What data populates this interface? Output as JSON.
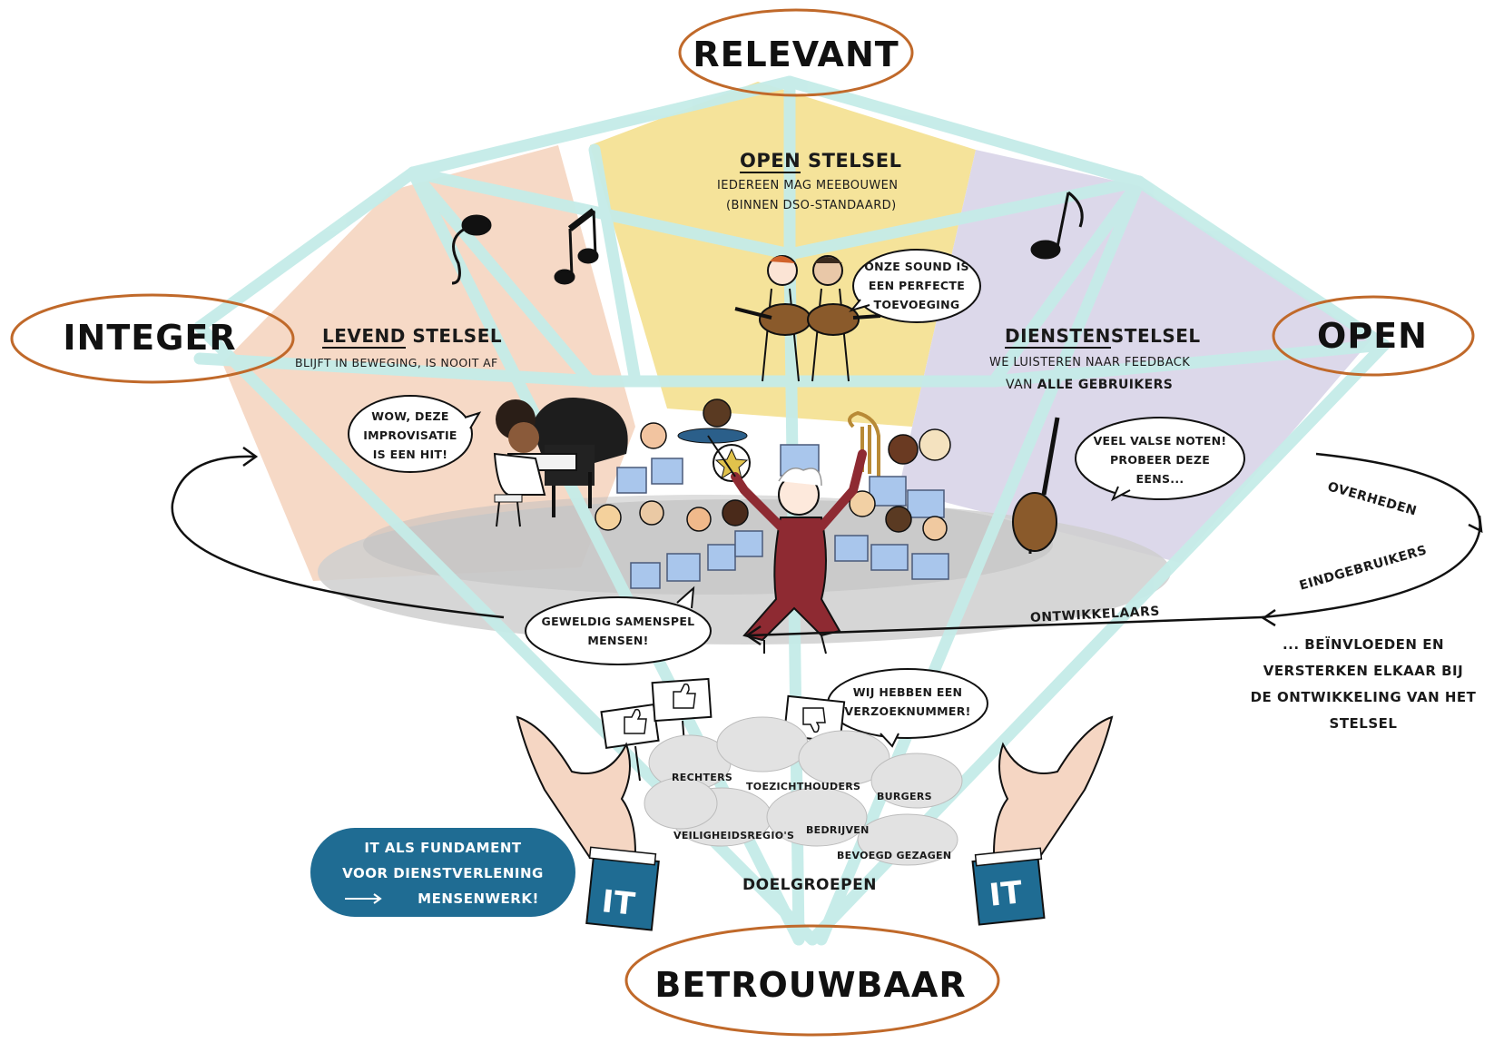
{
  "values": {
    "relevant": "RELEVANT",
    "integer": "INTEGER",
    "open": "OPEN",
    "betrouwbaar": "BETROUWBAAR"
  },
  "sections": {
    "levend": {
      "title_underlined": "LEVEND",
      "title_rest": " STELSEL",
      "subtitle": "BLIJFT IN BEWEGING, IS NOOIT AF"
    },
    "open_stelsel": {
      "title_underlined": "OPEN",
      "title_rest": " STELSEL",
      "subtitle_1": "IEDEREEN MAG MEEBOUWEN",
      "subtitle_2": "(BINNEN DSO-STANDAARD)"
    },
    "diensten": {
      "title_underlined": "DIENSTEN",
      "title_rest": "STELSEL",
      "subtitle_1": "WE LUISTEREN NAAR FEEDBACK",
      "subtitle_2_prefix": "VAN ",
      "subtitle_2_bold": "ALLE GEBRUIKERS"
    }
  },
  "bubbles": {
    "wow": [
      "WOW, DEZE",
      "IMPROVISATIE",
      "IS EEN HIT!"
    ],
    "sound": [
      "ONZE SOUND IS",
      "EEN PERFECTE",
      "TOEVOEGING"
    ],
    "valse": [
      "VEEL VALSE NOTEN!",
      "PROBEER DEZE",
      "EENS..."
    ],
    "samenspel": [
      "GEWELDIG SAMENSPEL",
      "MENSEN!"
    ],
    "verzoek": [
      "WIJ HEBBEN EEN",
      "VERZOEKNUMMER!"
    ]
  },
  "cycle": {
    "overheden": "OVERHEDEN",
    "eindgebruikers": "EINDGEBRUIKERS",
    "ontwikkelaars": "ONTWIKKELAARS",
    "note": [
      "... BEÏNVLOEDEN EN",
      "VERSTERKEN ELKAAR BIJ",
      "DE ONTWIKKELING VAN HET",
      "STELSEL"
    ]
  },
  "audience": {
    "rechters": "RECHTERS",
    "toezichthouders": "TOEZICHTHOUDERS",
    "burgers": "BURGERS",
    "veiligheidsregios": "VEILIGHEIDSREGIO'S",
    "bedrijven": "BEDRIJVEN",
    "bevoegd_gezagen": "BEVOEGD GEZAGEN",
    "doelgroepen": "DOELGROEPEN"
  },
  "it_badge": {
    "line1": "IT ALS FUNDAMENT",
    "line2": "VOOR DIENSTVERLENING",
    "line3": "MENSENWERK!"
  },
  "cuff_label": "IT",
  "colors": {
    "oval_stroke": "#c0692a",
    "diamond_stroke": "#c5ece8",
    "left_panel": "#f6d9c6",
    "center_panel": "#f5e39a",
    "right_panel": "#dcd8ea",
    "badge_fill": "#1f6c93",
    "cuff_fill": "#1f6c93",
    "conductor": "#8e2a32",
    "stand_fill": "#a9c6ec"
  }
}
